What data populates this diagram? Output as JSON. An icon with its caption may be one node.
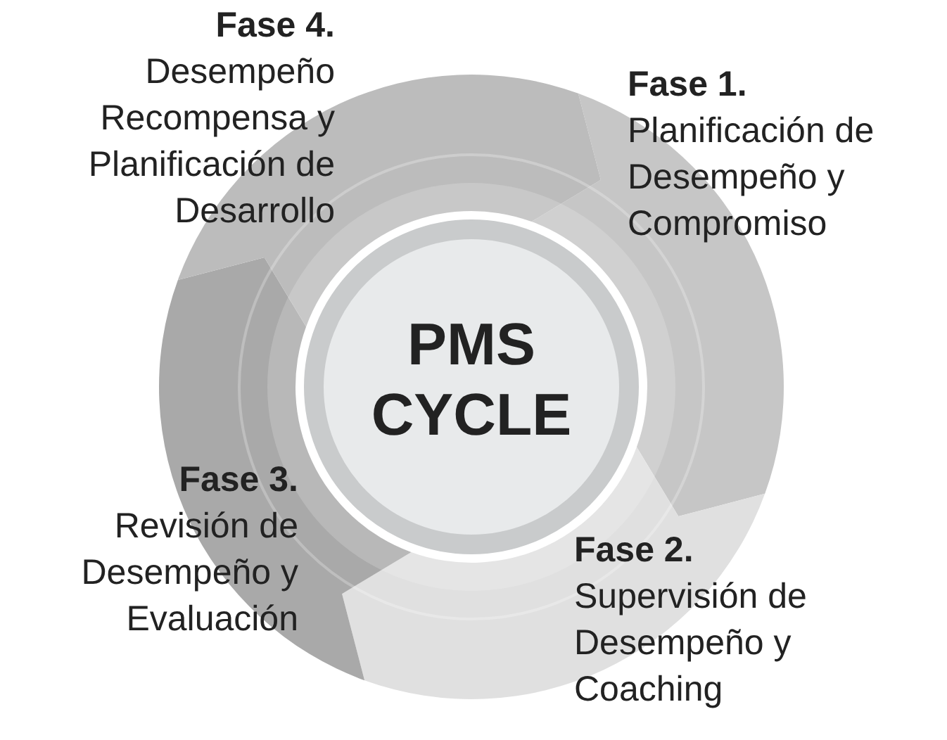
{
  "diagram": {
    "nodes": [
      {
        "text": [
          "PMS CYCLE"
        ]
      },
      {
        "text": [
          "Fase 1.",
          "Planificación de Desempeño y Compromiso"
        ]
      },
      {
        "text": [
          "Fase 2.",
          "Supervisión de Desempeño y Coaching"
        ]
      },
      {
        "text": [
          "Fase 3.",
          "Revisión de Desempeño y Evaluación"
        ]
      },
      {
        "text": [
          "Fase 4.",
          "Desempeño Recompensa y Planificación de Desarrollo"
        ]
      }
    ]
  }
}
